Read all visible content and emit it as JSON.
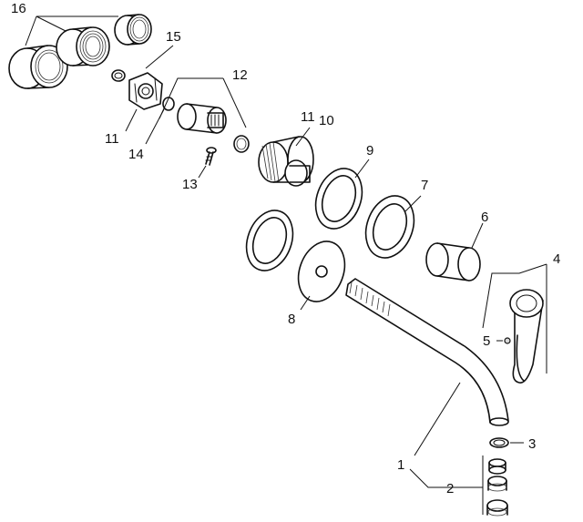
{
  "callouts": [
    {
      "id": "c1",
      "label": "1"
    },
    {
      "id": "c2",
      "label": "2"
    },
    {
      "id": "c3",
      "label": "3"
    },
    {
      "id": "c4",
      "label": "4"
    },
    {
      "id": "c5",
      "label": "5"
    },
    {
      "id": "c6",
      "label": "6"
    },
    {
      "id": "c7",
      "label": "7"
    },
    {
      "id": "c8",
      "label": "8"
    },
    {
      "id": "c9",
      "label": "9"
    },
    {
      "id": "c10",
      "label": "10"
    },
    {
      "id": "c11a",
      "label": "11"
    },
    {
      "id": "c11b",
      "label": "11"
    },
    {
      "id": "c12",
      "label": "12"
    },
    {
      "id": "c13",
      "label": "13"
    },
    {
      "id": "c14",
      "label": "14"
    },
    {
      "id": "c15",
      "label": "15"
    },
    {
      "id": "c16",
      "label": "16"
    }
  ]
}
